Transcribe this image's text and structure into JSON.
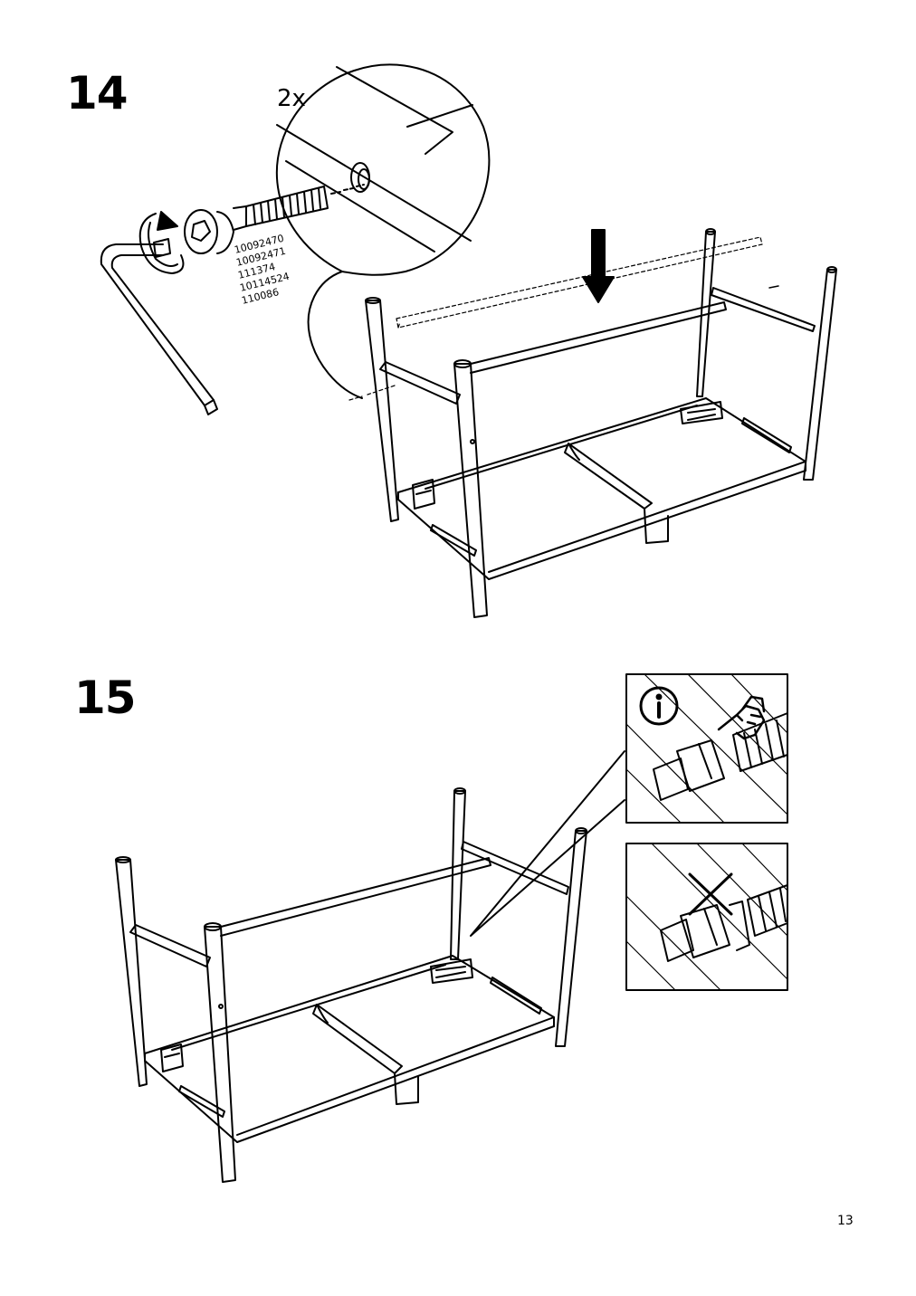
{
  "page": {
    "number": "13"
  },
  "steps": [
    {
      "number": "14",
      "quantity": "2x",
      "part_numbers": [
        "10092470",
        "10092471",
        "111374",
        "10114524",
        "110086"
      ],
      "icons": [
        "allen-key-icon",
        "rotate-clockwise-icon",
        "down-arrow-icon",
        "bolt-icon"
      ]
    },
    {
      "number": "15",
      "details": [
        {
          "status": "correct",
          "icons": [
            "info-icon",
            "pointing-hand-icon"
          ]
        },
        {
          "status": "incorrect",
          "icons": [
            "cross-mark-icon"
          ]
        }
      ]
    }
  ]
}
